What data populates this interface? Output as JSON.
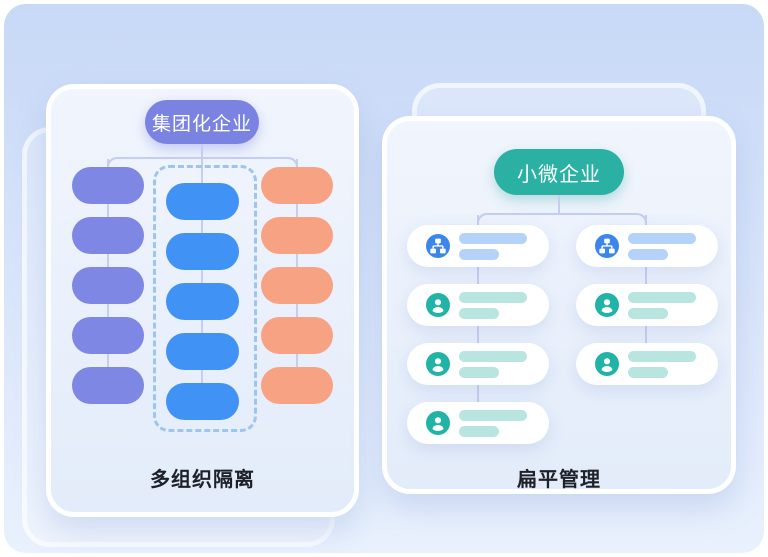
{
  "left_panel": {
    "title": "集团化企业",
    "caption": "多组织隔离",
    "columns": [
      {
        "name": "org-branch-a",
        "color": "#7e87e4",
        "count": 5,
        "highlighted": false
      },
      {
        "name": "org-branch-b-isolated",
        "color": "#4093f5",
        "count": 5,
        "highlighted": true
      },
      {
        "name": "org-branch-c",
        "color": "#f8a284",
        "count": 5,
        "highlighted": false
      }
    ]
  },
  "right_panel": {
    "title": "小微企业",
    "caption": "扁平管理",
    "columns": [
      {
        "cards": [
          "org-chart",
          "user",
          "user",
          "user"
        ]
      },
      {
        "cards": [
          "org-chart",
          "user",
          "user"
        ]
      }
    ]
  },
  "colors": {
    "page_bg": "#ffffff",
    "canvas_top": "#c7d9f7",
    "canvas_bottom": "#e9f1fd",
    "card_border": "#ffffff",
    "card_fill_top": "#f1f5fd",
    "card_fill_bottom": "#e3ecfa",
    "group_pill": "#7a83e2",
    "micro_pill": "#2bb1a3",
    "dashed_border": "#9ec5f0",
    "connector": "#c5cdf0",
    "org_icon_bg": "#3c85ea",
    "user_icon_bg": "#21b3a6",
    "bar_blue": "#b5d3f8",
    "bar_teal": "#b8e5e0",
    "caption_text": "#1d2129",
    "pill_text": "#ffffff"
  }
}
